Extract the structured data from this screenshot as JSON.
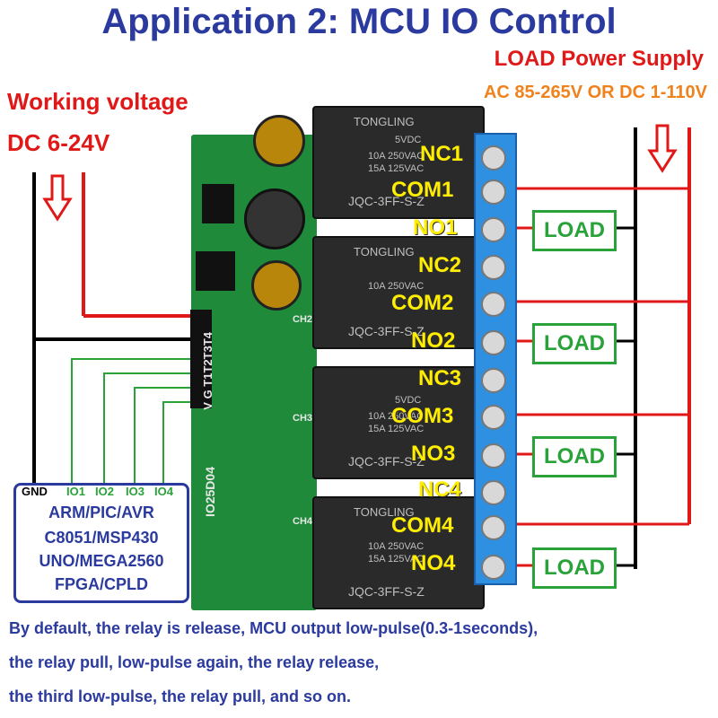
{
  "title": "Application 2: MCU IO Control",
  "load_supply": {
    "heading": "LOAD Power Supply",
    "spec": "AC 85-265V OR DC 1-110V"
  },
  "working_voltage": {
    "heading": "Working voltage",
    "spec": "DC 6-24V"
  },
  "terminals": [
    "NC1",
    "COM1",
    "NO1",
    "NC2",
    "COM2",
    "NO2",
    "NC3",
    "COM3",
    "NO3",
    "NC4",
    "COM4",
    "NO4"
  ],
  "load_label": "LOAD",
  "relay_text": {
    "brand": "TONGLING",
    "voltage": "5VDC",
    "rating1": "10A 250VAC",
    "rating2": "15A 125VAC",
    "model": "JQC-3FF-S-Z"
  },
  "board": {
    "pins": "V G T1T2T3T4",
    "model": "IO25D04",
    "ch_labels": [
      "CH2",
      "CH3",
      "CH4"
    ]
  },
  "mcu": {
    "gnd": "GND",
    "io": [
      "IO1",
      "IO2",
      "IO3",
      "IO4"
    ],
    "lines": [
      "ARM/PIC/AVR",
      "C8051/MSP430",
      "UNO/MEGA2560",
      "FPGA/CPLD"
    ]
  },
  "footer": [
    "By default, the relay is release, MCU output low-pulse(0.3-1seconds),",
    "the relay pull, low-pulse again, the relay release,",
    "the third low-pulse, the relay pull, and so on."
  ],
  "colors": {
    "title": "#2b3a9e",
    "red_wire": "#e01818",
    "green_wire": "#2aa23a",
    "supply_spec": "#f0821e",
    "terminal_text": "#ffee00",
    "terminal_block": "#2f8fe0",
    "board": "#1f8a3a"
  }
}
